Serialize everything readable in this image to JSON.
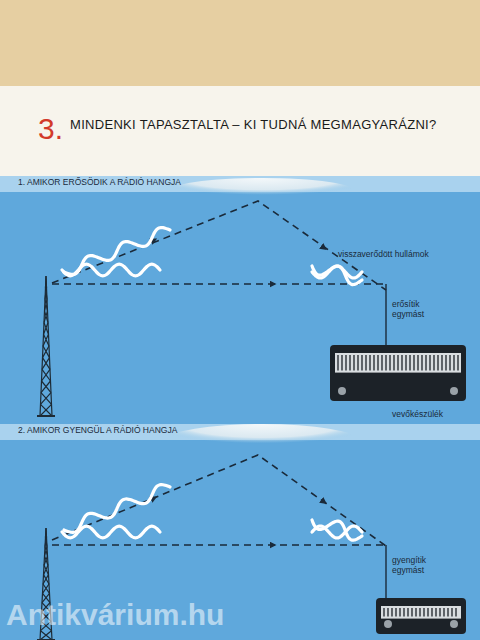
{
  "diagram": {
    "title": "MINDENKI TAPASZTALTA – KI TUDNÁ MEGMAGYARÁZNI?",
    "nodes": [
      {
        "text": [
          "vevőkészülék"
        ]
      }
    ],
    "labels": [
      "3.",
      "1. AMIKOR ERŐSÖDIK A RÁDIÓ HANGJA",
      "visszaverődött hullámok",
      "erősítik egymást",
      "2. AMIKOR GYENGÜL A RÁDIÓ HANGJA",
      "gyengítik egymást",
      "Antikvárium.hu"
    ]
  }
}
